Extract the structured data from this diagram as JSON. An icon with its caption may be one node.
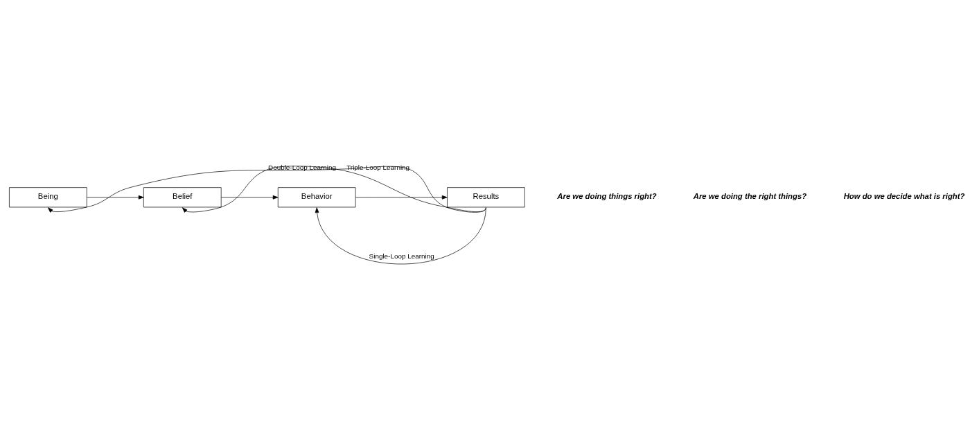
{
  "diagram": {
    "nodes": [
      {
        "text": [
          "Being"
        ]
      },
      {
        "text": [
          "Belief"
        ]
      },
      {
        "text": [
          "Behavior"
        ]
      },
      {
        "text": [
          "Results"
        ]
      }
    ],
    "edges": [
      {
        "from": 0,
        "to": 1,
        "arrow": "to"
      },
      {
        "from": 1,
        "to": 2,
        "arrow": "to"
      },
      {
        "from": 2,
        "to": 3,
        "arrow": "to"
      },
      {
        "from": 3,
        "to": 2,
        "arrow": "to",
        "label": "Single-Loop Learning"
      },
      {
        "from": 3,
        "to": 1,
        "arrow": "to",
        "label": "Double-Loop Learning"
      },
      {
        "from": 3,
        "to": 0,
        "arrow": "to",
        "label": "Triple-Loop Learning"
      }
    ],
    "labels": [
      "Are we doing things right?",
      "Are we doing the right things?",
      "How do we decide what is right?"
    ]
  }
}
